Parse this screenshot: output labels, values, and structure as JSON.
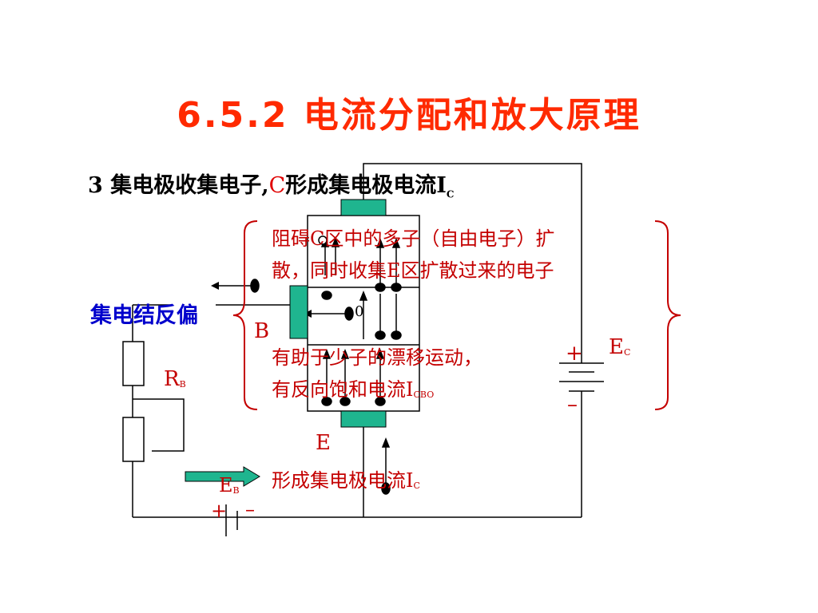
{
  "title": "6.5.2 电流分配和放大原理",
  "heading": {
    "num": "3",
    "text": "集电极收集电子,",
    "c": "C",
    "text2": "形成集电极电流I",
    "sub": "C"
  },
  "note_top": {
    "line1_pre": "阻碍",
    "line1_c": "C",
    "line1_post": "区中的多子（自由电子）扩",
    "line2_pre": "散，同时收集",
    "line2_e": "E",
    "line2_post": "区扩散过来的电子"
  },
  "note_bottom": {
    "line1": "有助于少子的漂移运动，",
    "line2_pre": "有反向饱和电流I",
    "line2_sub": "CBO"
  },
  "reverse_bias": "集电结反偏",
  "label_b": "B",
  "label_e": "E",
  "label_rb": "R",
  "label_rb_sub": "B",
  "label_ec": "E",
  "label_ec_sub": "C",
  "label_eb": "E",
  "label_eb_sub": "B",
  "ec_plus": "+",
  "ec_minus": "–",
  "eb_plus": "+",
  "eb_minus": "–",
  "zero_mark": "0",
  "bottom_caption": {
    "pre": "形成集电极电流I",
    "sub": "C"
  },
  "colors": {
    "title": "#ff2a00",
    "annotation": "#c40000",
    "blue": "#0000cc",
    "green": "#1fb58f"
  }
}
